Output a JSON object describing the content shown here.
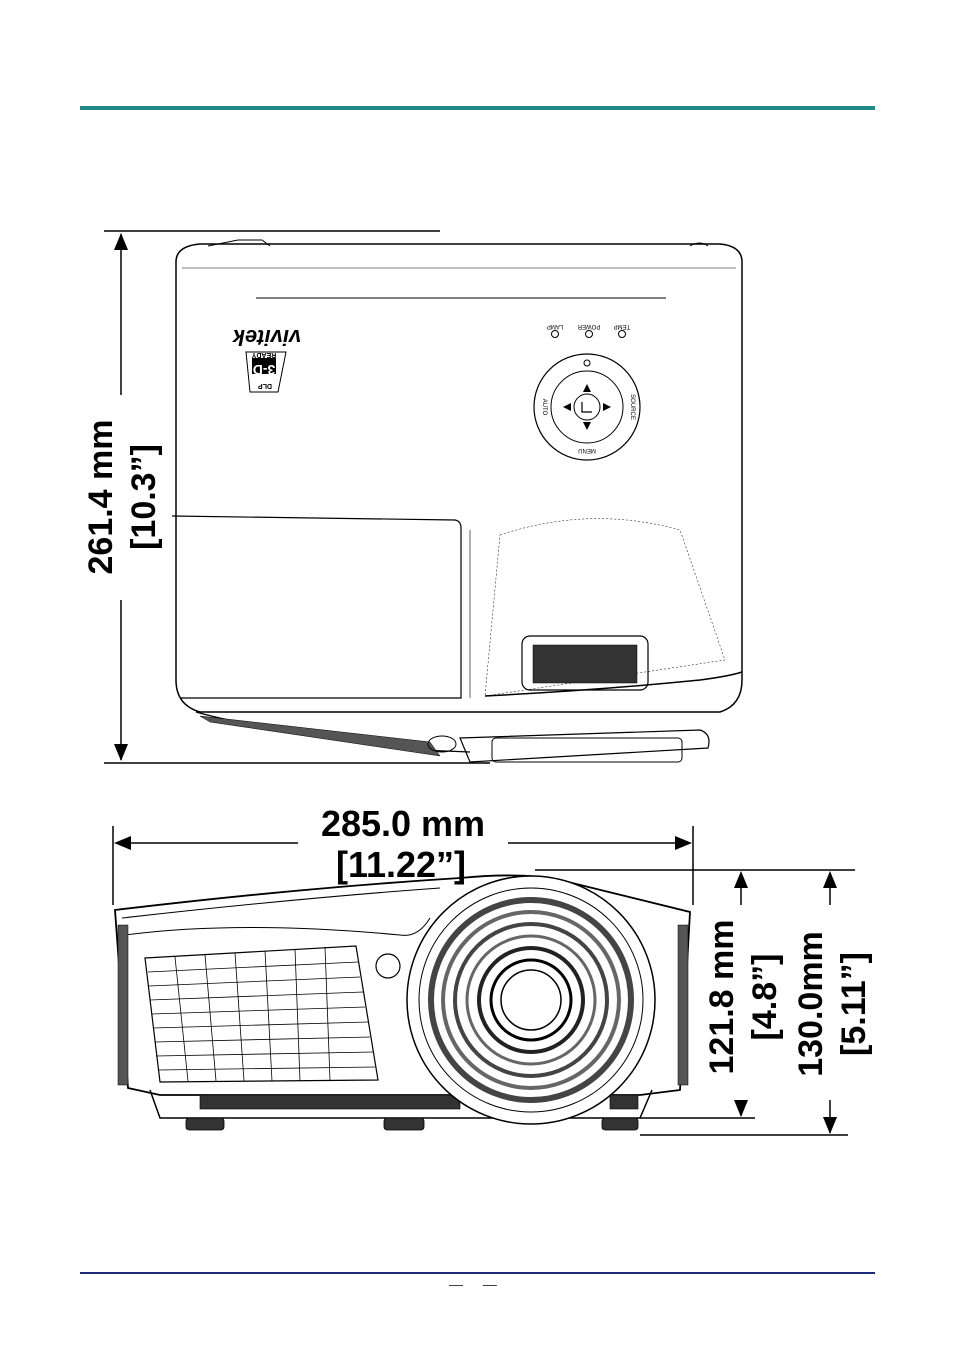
{
  "diagram": {
    "top_view": {
      "height_dim_mm": "261.4 mm",
      "height_dim_in": "[10.3”]",
      "brand_logo": "vivitek",
      "badge_top": "DLP",
      "badge_main": "3-D",
      "badge_sub": "READY",
      "indicators": [
        "LAMP",
        "POWER",
        "TEMP"
      ],
      "keypad_labels": {
        "left": "AUTO",
        "right": "SOURCE",
        "bottom": "MENU"
      }
    },
    "front_view": {
      "width_dim_mm": "285.0 mm",
      "width_dim_in": "[11.22”]",
      "height1_mm": "121.8 mm",
      "height1_in": "[4.8”]",
      "height2_mm": "130.0mm",
      "height2_in": "[5.11”]"
    }
  },
  "footer": {
    "page_marker": "— —"
  },
  "colors": {
    "top_rule": "#1f8a8a",
    "bottom_rule": "#1b2a7a"
  }
}
